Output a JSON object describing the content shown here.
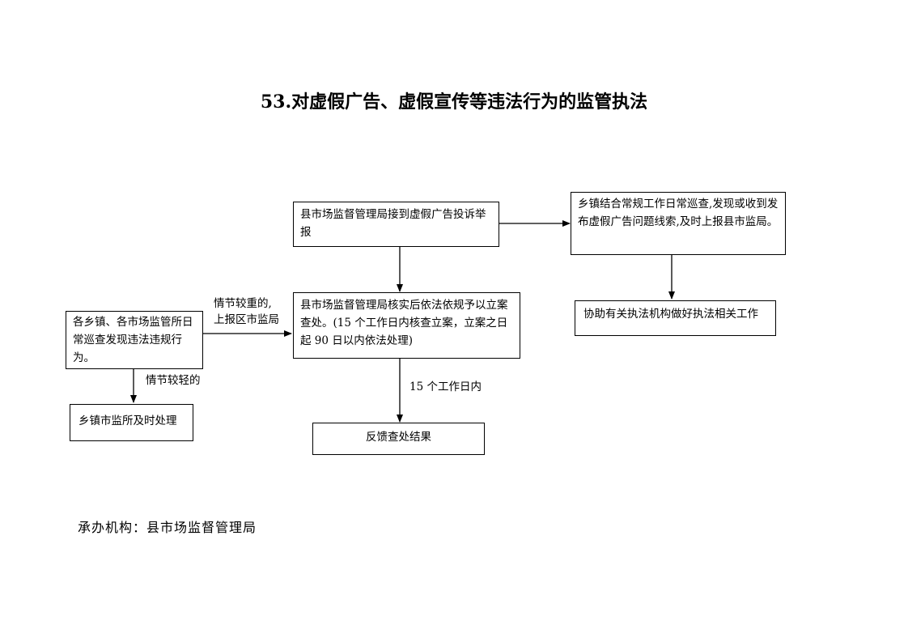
{
  "title": "53.对虚假广告、虚假宣传等违法行为的监管执法",
  "boxes": {
    "complaint": "县市场监督管理局接到虚假广告投诉举报",
    "township_patrol": "乡镇结合常规工作日常巡查,发现或收到发布虚假广告问题线索,及时上报县市监局。",
    "assist": "协助有关执法机构做好执法相关工作",
    "verify": "县市场监督管理局核实后依法依规予以立案查处。(15 个工作日内核查立案，立案之日起 90 日以内依法处理)",
    "daily_patrol": "各乡镇、各市场监管所日常巡查发现违法违规行为。",
    "township_handle": "乡镇市监所及时处理",
    "feedback": "反馈查处结果"
  },
  "labels": {
    "serious": "情节较重的,",
    "report": "上报区市监局",
    "minor": "情节较轻的",
    "days": "15 个工作日内"
  },
  "footer": "承办机构：县市场监督管理局"
}
